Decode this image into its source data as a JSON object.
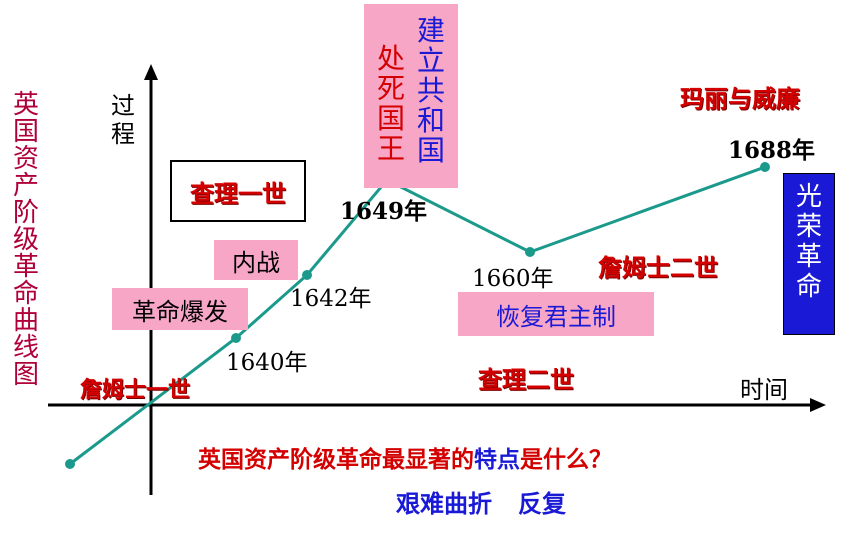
{
  "title_vertical": "英国资产阶级革命曲线图",
  "axes": {
    "y_label": "过程",
    "x_label": "时间"
  },
  "labels": {
    "charles1": "查理一世",
    "civil_war": "内战",
    "revolution_outbreak": "革命爆发",
    "james1": "詹姆士一世",
    "execute_king": "处死国王",
    "republic": "建立共和国",
    "restoration": "恢复君主制",
    "charles2": "查理二世",
    "james2": "詹姆士二世",
    "mary_william": "玛丽与威廉",
    "glorious_revolution": "光荣革命"
  },
  "years": {
    "y1640": "1640年",
    "y1642": "1642年",
    "y1649": "1649年",
    "y1660": "1660年",
    "y1688": "1688年"
  },
  "question": {
    "prefix": "英国资产阶级革命最显著的",
    "highlight": "特点",
    "suffix": "是什么？"
  },
  "answer": {
    "word1": "艰难曲折",
    "word2": "反复"
  },
  "colors": {
    "line": "#1b9a8c",
    "red": "#d40000",
    "pink_box": "#f7a6c6",
    "blue": "#1a1ad6",
    "dark_red": "#b0003a"
  }
}
